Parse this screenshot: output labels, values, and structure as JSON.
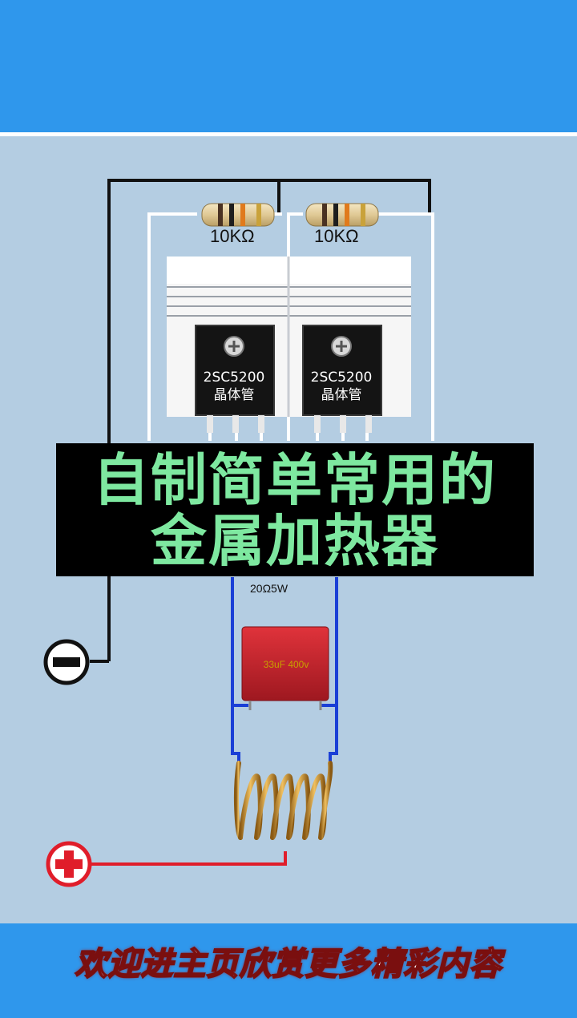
{
  "diagram": {
    "resistor_1_label": "10KΩ",
    "resistor_2_label": "10KΩ",
    "transistor_1": {
      "model": "2SC5200",
      "type": "晶体管"
    },
    "transistor_2": {
      "model": "2SC5200",
      "type": "晶体管"
    },
    "load_resistor_label": "20Ω5W",
    "capacitor_label": "33uF 400v",
    "negative_symbol": "−",
    "positive_symbol": "+"
  },
  "title": {
    "line1": "自制简单常用的",
    "line2": "金属加热器"
  },
  "footer": {
    "text": "欢迎进主页欣赏更多精彩内容"
  },
  "colors": {
    "frame_blue": "#2f97ec",
    "background": "#b4cde2",
    "title_green": "#7ee8a0",
    "wire_blue": "#1a3fd6",
    "wire_red": "#e01d2a",
    "capacitor_red": "#c8222a",
    "coil_copper": "#c98b2a"
  }
}
